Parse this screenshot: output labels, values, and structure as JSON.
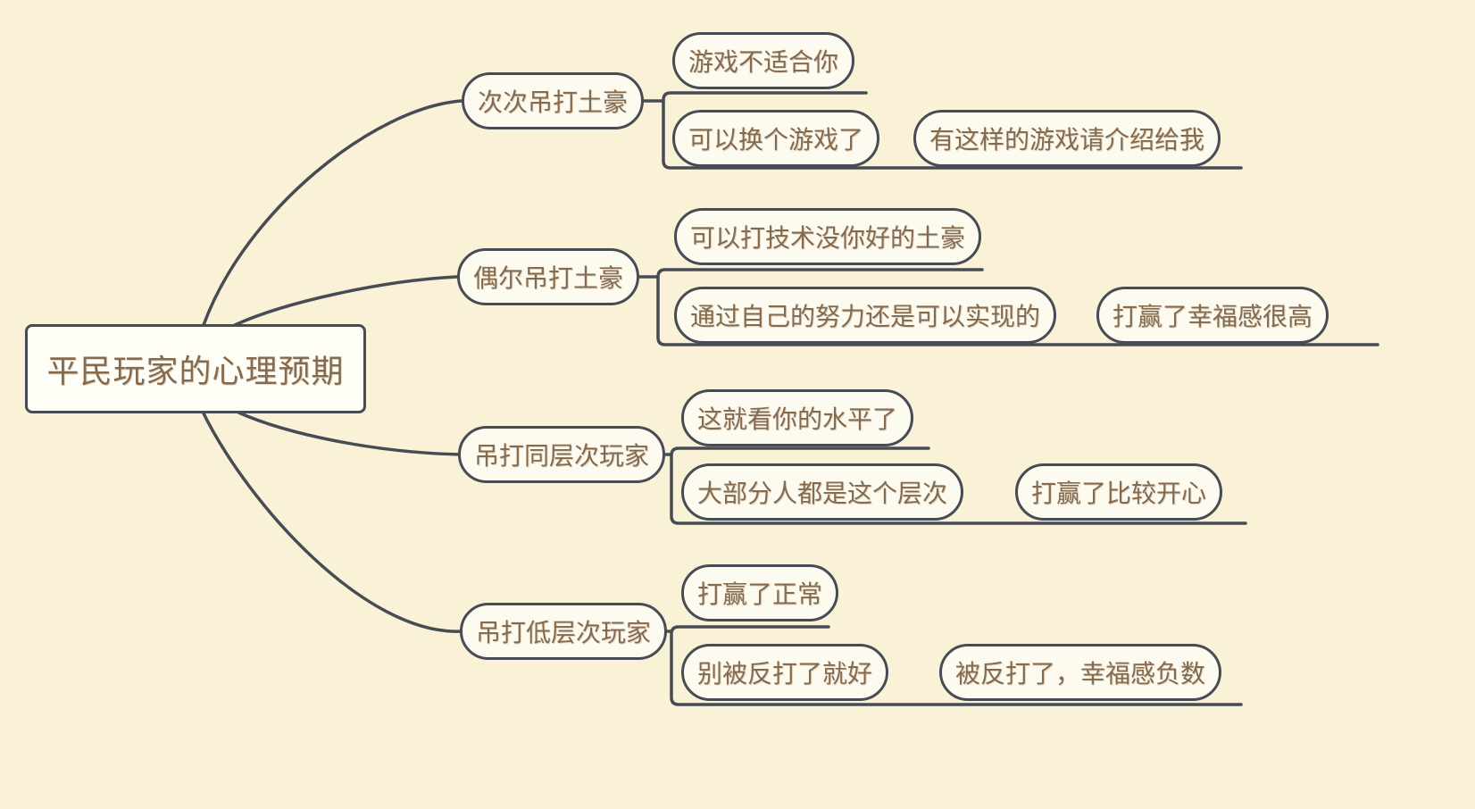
{
  "colors": {
    "background": "#f9f2d6",
    "connector": "#474c54",
    "node_fill": "#fdfaef",
    "root_fill": "#fefdf6",
    "node_border": "#474c54",
    "text": "#876a4b"
  },
  "mindmap": {
    "root": {
      "label": "平民玩家的心理预期"
    },
    "branches": [
      {
        "label": "次次吊打土豪",
        "children": [
          {
            "label": "游戏不适合你",
            "children": []
          },
          {
            "label": "可以换个游戏了",
            "children": [
              {
                "label": "有这样的游戏请介绍给我"
              }
            ]
          }
        ]
      },
      {
        "label": "偶尔吊打土豪",
        "children": [
          {
            "label": "可以打技术没你好的土豪",
            "children": []
          },
          {
            "label": "通过自己的努力还是可以实现的",
            "children": [
              {
                "label": "打赢了幸福感很高"
              }
            ]
          }
        ]
      },
      {
        "label": "吊打同层次玩家",
        "children": [
          {
            "label": "这就看你的水平了",
            "children": []
          },
          {
            "label": "大部分人都是这个层次",
            "children": [
              {
                "label": "打赢了比较开心"
              }
            ]
          }
        ]
      },
      {
        "label": "吊打低层次玩家",
        "children": [
          {
            "label": "打赢了正常",
            "children": []
          },
          {
            "label": "别被反打了就好",
            "children": [
              {
                "label": "被反打了，幸福感负数"
              }
            ]
          }
        ]
      }
    ]
  }
}
